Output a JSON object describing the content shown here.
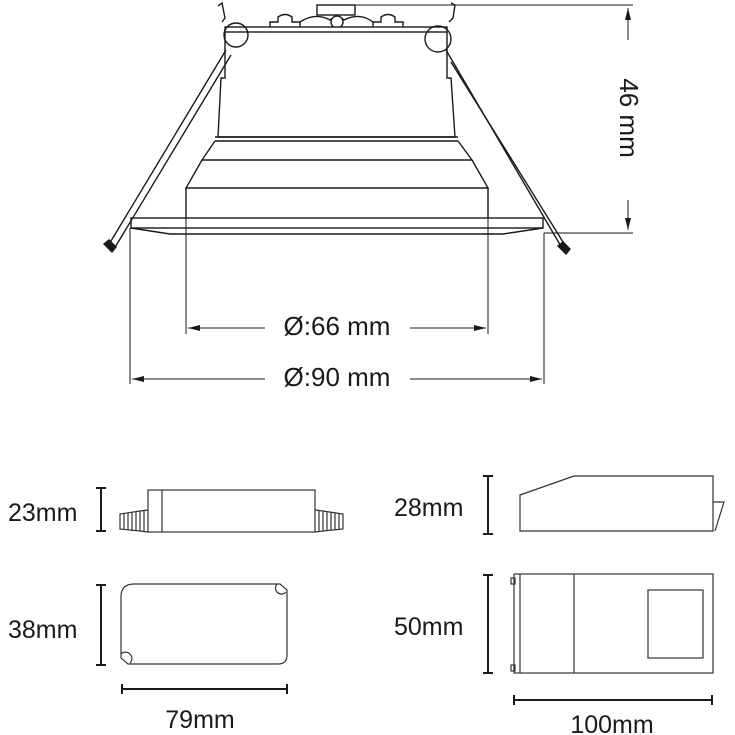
{
  "drawing": {
    "type": "technical dimension drawing",
    "stroke_color": "#1a1a1a",
    "background": "#ffffff"
  },
  "downlight": {
    "height_label": "46 mm",
    "inner_diameter_label": "Ø:66 mm",
    "outer_diameter_label": "Ø:90 mm"
  },
  "driver_small": {
    "side_height_label": "23mm",
    "top_height_label": "38mm",
    "top_width_label": "79mm"
  },
  "driver_large": {
    "side_height_label": "28mm",
    "top_height_label": "50mm",
    "top_width_label": "100mm"
  }
}
